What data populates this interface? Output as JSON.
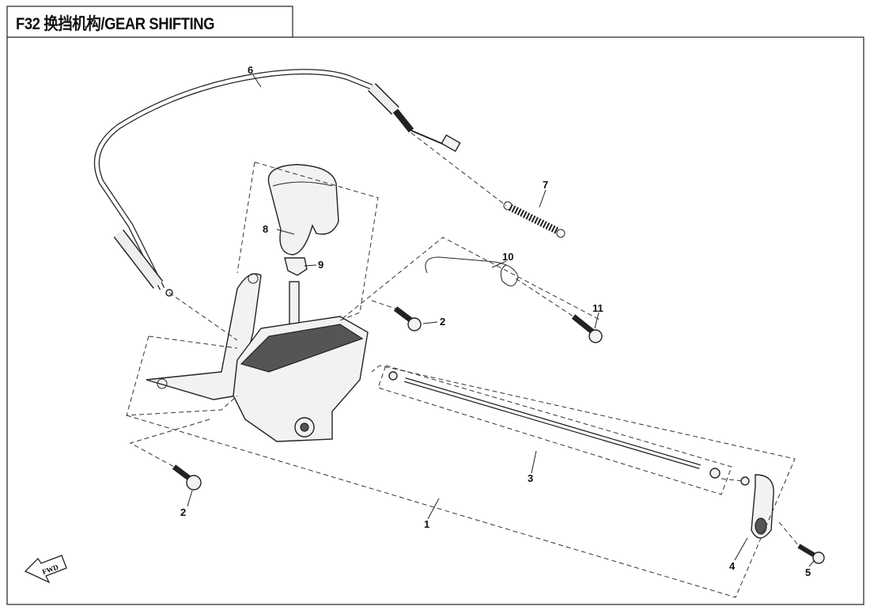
{
  "title": "F32 换挡机构/GEAR SHIFTING",
  "fwd_label": "FWD",
  "callouts": [
    "1",
    "2",
    "2",
    "3",
    "4",
    "5",
    "6",
    "7",
    "8",
    "9",
    "10",
    "11"
  ]
}
